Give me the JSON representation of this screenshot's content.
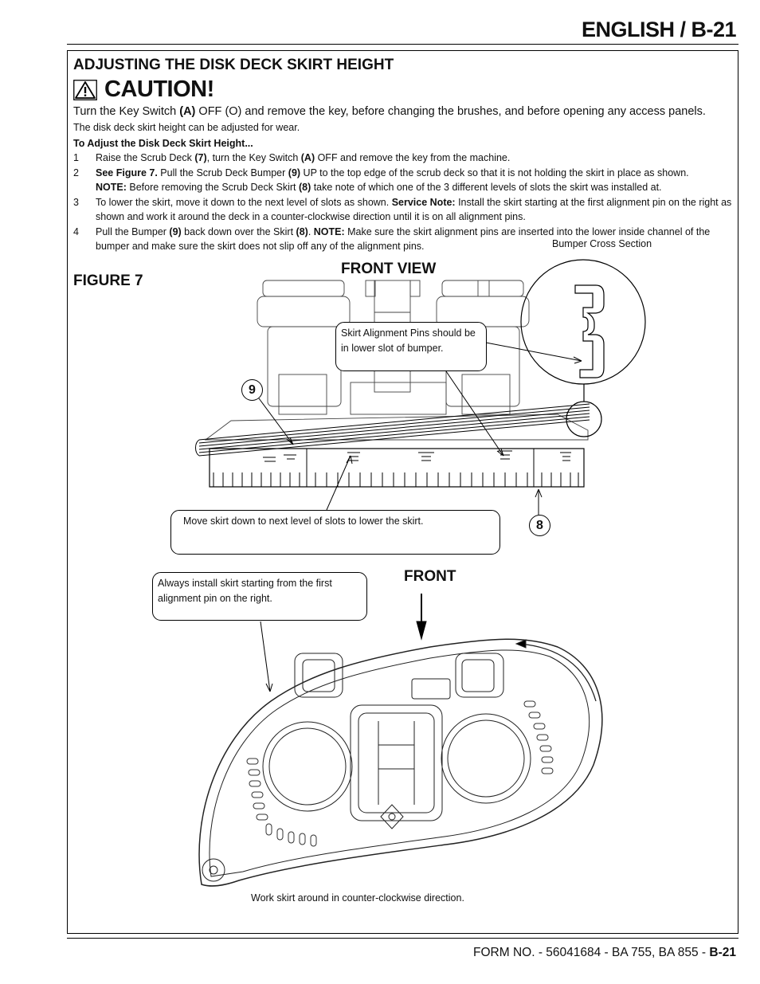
{
  "header": {
    "title": "ENGLISH / B-21"
  },
  "section": {
    "title": "ADJUSTING THE DISK DECK SKIRT HEIGHT",
    "caution_title": "CAUTION!",
    "caution_lead": "Turn the Key Switch ",
    "caution_key": "(A)",
    "caution_rest": " OFF (O) and remove the key, before changing the brushes, and before opening any access panels.",
    "intro": "The disk deck skirt height can be adjusted for wear.",
    "subhead": "To Adjust the Disk Deck Skirt Height..."
  },
  "steps": [
    {
      "num": "1",
      "t1": "Raise the Scrub Deck ",
      "b1": "(7)",
      "t2": ", turn the Key Switch ",
      "b2": "(A)",
      "t3": " OFF and remove the key from the machine."
    },
    {
      "num": "2",
      "b1": "See Figure 7.",
      "t1": "  Pull the Scrub Deck Bumper ",
      "b2": "(9)",
      "t2": " UP to the top edge of the scrub deck so that it is not holding the skirt in place as shown.",
      "b3": "NOTE:",
      "t3": "  Before removing the Scrub Deck Skirt ",
      "b4": "(8)",
      "t4": " take note of which one of the 3 different levels of slots the skirt was installed at."
    },
    {
      "num": "3",
      "t1": "To lower the skirt, move it down to the next level of slots as shown.  ",
      "b1": "Service Note:",
      "t2": "  Install the skirt starting at the first alignment pin on the right as shown and work it around the deck in a counter-clockwise direction until it is on all alignment pins."
    },
    {
      "num": "4",
      "t1": "Pull the Bumper ",
      "b1": "(9)",
      "t2": " back down over the Skirt ",
      "b2": "(8)",
      "t3": ".  ",
      "b3": "NOTE:",
      "t4": "  Make sure the skirt alignment pins are inserted into the lower inside channel of the bumper and make sure the skirt does not slip off any of the alignment pins."
    }
  ],
  "figure": {
    "label": "FIGURE 7",
    "front_view": "FRONT VIEW",
    "bumper_cross_section": "Bumper Cross Section",
    "callout_pins": "Skirt Alignment Pins should be in lower slot of bumper.",
    "callout_move": "Move skirt down to next level of slots to lower the skirt.",
    "callout_install": "Always install skirt starting from the first alignment pin on the right.",
    "front": "FRONT",
    "caption_ccw": "Work skirt around in counter-clockwise direction.",
    "item_9": "9",
    "item_8": "8"
  },
  "footer": {
    "prefix": "FORM NO. - 56041684 - BA 755, BA 855 - ",
    "page": "B-21"
  }
}
